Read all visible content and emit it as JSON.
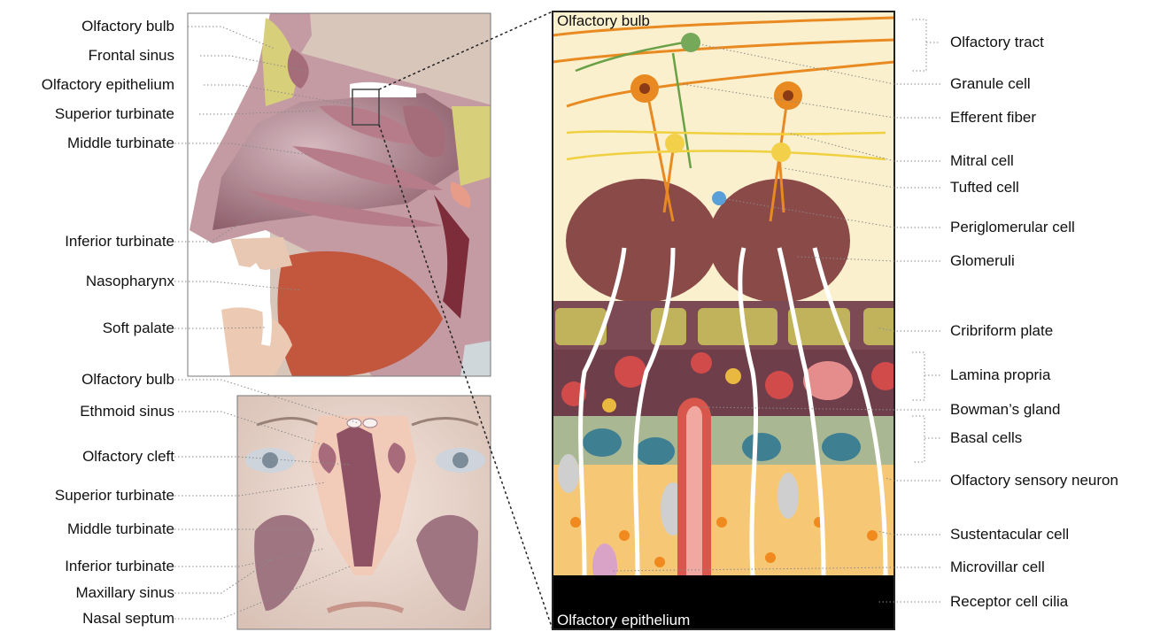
{
  "left_top_labels": [
    "Olfactory bulb",
    "Frontal sinus",
    "Olfactory epithelium",
    "Superior turbinate",
    "Middle turbinate",
    "Inferior turbinate",
    "Nasopharynx",
    "Soft palate"
  ],
  "left_bottom_labels": [
    "Olfactory bulb",
    "Ethmoid sinus",
    "Olfactory cleft",
    "Superior turbinate",
    "Middle turbinate",
    "Inferior turbinate",
    "Maxillary sinus",
    "Nasal septum"
  ],
  "right_labels": [
    "Olfactory tract",
    "Granule cell",
    "Efferent fiber",
    "Mitral cell",
    "Tufted cell",
    "Periglomerular cell",
    "Glomeruli",
    "Cribriform plate",
    "Lamina propria",
    "Bowman’s gland",
    "Basal cells",
    "Olfactory sensory neuron",
    "Sustentacular cell",
    "Microvillar cell",
    "Receptor cell cilia"
  ],
  "panel_labels": {
    "bulb": "Olfactory bulb",
    "epithelium": "Olfactory epithelium"
  }
}
